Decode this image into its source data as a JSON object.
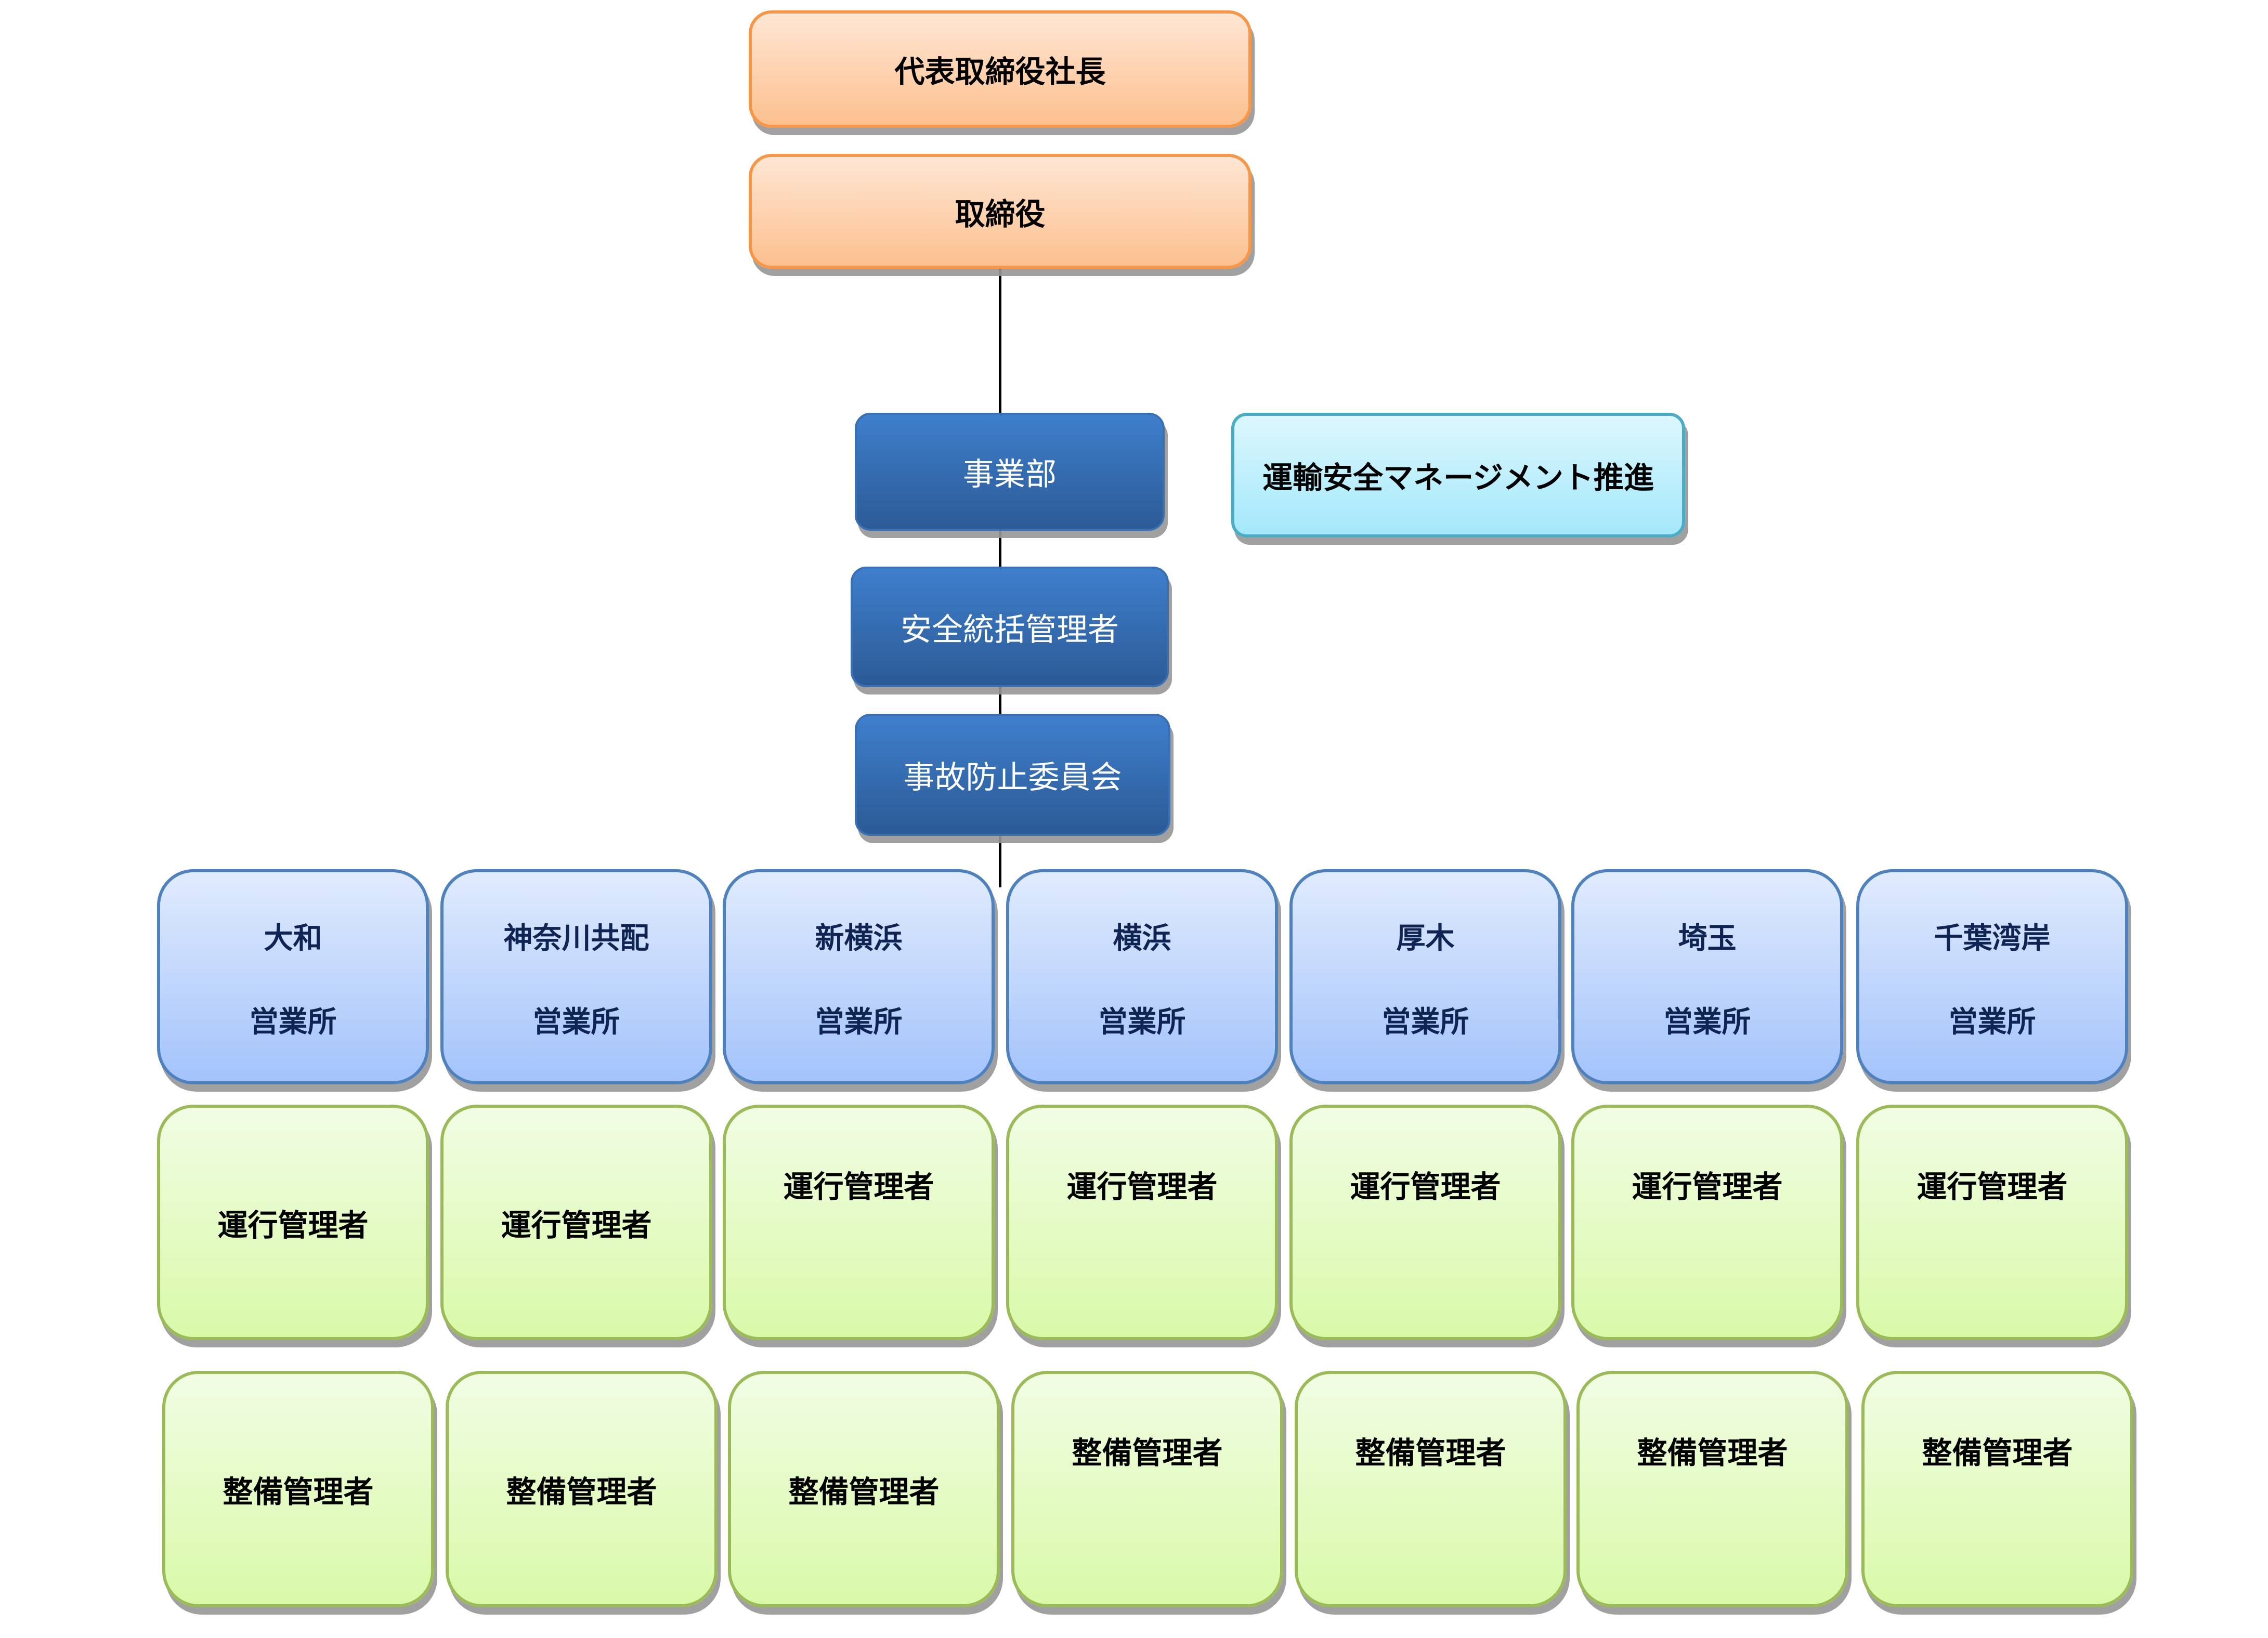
{
  "top": {
    "president": "代表取締役社長",
    "directors": "取締役"
  },
  "middle": {
    "business_dept": "事業部",
    "safety_manager": "安全統括管理者",
    "accident_committee": "事故防止委員会",
    "safety_management": "運輸安全マネージメント推進"
  },
  "branches": [
    {
      "name": "大和",
      "suffix": "営業所",
      "operation": "運行管理者",
      "maintenance": "整備管理者"
    },
    {
      "name": "神奈川共配",
      "suffix": "営業所",
      "operation": "運行管理者",
      "maintenance": "整備管理者"
    },
    {
      "name": "新横浜",
      "suffix": "営業所",
      "operation": "運行管理者",
      "maintenance": "整備管理者"
    },
    {
      "name": "横浜",
      "suffix": "営業所",
      "operation": "運行管理者",
      "maintenance": "整備管理者"
    },
    {
      "name": "厚木",
      "suffix": "営業所",
      "operation": "運行管理者",
      "maintenance": "整備管理者"
    },
    {
      "name": "埼玉",
      "suffix": "営業所",
      "operation": "運行管理者",
      "maintenance": "整備管理者"
    },
    {
      "name": "千葉湾岸",
      "suffix": "営業所",
      "operation": "運行管理者",
      "maintenance": "整備管理者"
    }
  ],
  "colors": {
    "orange_border": "#f79646",
    "dark_blue": "#2c5a96",
    "cyan_border": "#4bacc6",
    "branch_border": "#4f81bd",
    "green_border": "#9bbb59"
  }
}
